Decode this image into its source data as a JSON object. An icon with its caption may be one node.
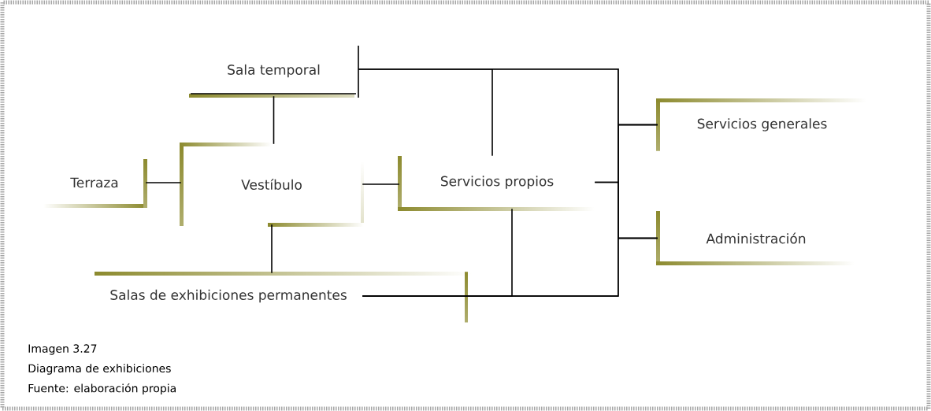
{
  "diagram": {
    "nodes": [
      {
        "text": [
          "Sala temporal"
        ]
      },
      {
        "text": [
          "Terraza"
        ]
      },
      {
        "text": [
          "Vestíbulo"
        ]
      },
      {
        "text": [
          "Servicios propios"
        ]
      },
      {
        "text": [
          "Servicios generales"
        ]
      },
      {
        "text": [
          "Administración"
        ]
      },
      {
        "text": [
          "Salas de exhibiciones permanentes"
        ]
      }
    ],
    "edges": [
      {
        "from": 0,
        "to": 2,
        "arrow": "none"
      },
      {
        "from": 1,
        "to": 2,
        "arrow": "none"
      },
      {
        "from": 2,
        "to": 3,
        "arrow": "none"
      },
      {
        "from": 2,
        "to": 6,
        "arrow": "none"
      },
      {
        "from": 0,
        "to": 3,
        "arrow": "none"
      },
      {
        "from": 0,
        "to": 4,
        "arrow": "none"
      },
      {
        "from": 0,
        "to": 5,
        "arrow": "none"
      },
      {
        "from": 3,
        "to": 4,
        "arrow": "none"
      },
      {
        "from": 3,
        "to": 5,
        "arrow": "none"
      },
      {
        "from": 6,
        "to": 3,
        "arrow": "none"
      },
      {
        "from": 6,
        "to": 4,
        "arrow": "none"
      },
      {
        "from": 6,
        "to": 5,
        "arrow": "none"
      }
    ],
    "labels": [
      "Imagen 3.27",
      "Diagrama de exhibiciones",
      "Fuente: elaboración propia"
    ]
  }
}
